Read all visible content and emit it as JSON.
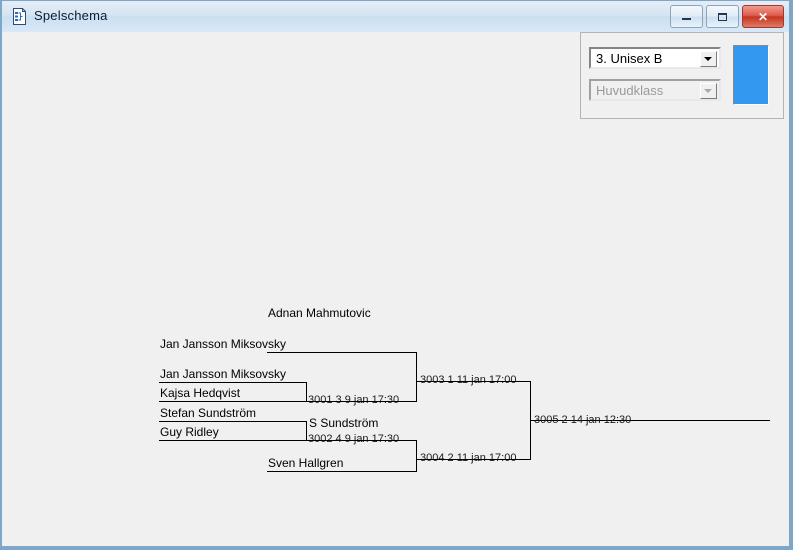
{
  "window": {
    "title": "Spelschema",
    "icon": "document-tree-icon",
    "controls": {
      "minimize": "minimize-button",
      "maximize": "maximize-button",
      "close": "close-button"
    }
  },
  "panel": {
    "class_select": {
      "value": "3.  Unisex B",
      "enabled": true
    },
    "group_select": {
      "value": "Huvudklass",
      "enabled": false
    },
    "color_swatch": {
      "color": "#3399f0"
    }
  },
  "bracket": {
    "players": [
      {
        "name": "Adnan Mahmutovic"
      },
      {
        "name": "Jan Jansson Miksovsky"
      },
      {
        "name": "Kajsa Hedqvist"
      },
      {
        "name": "Stefan Sundström"
      },
      {
        "name": "Guy Ridley"
      },
      {
        "name": "Sven Hallgren"
      },
      {
        "name": "S Sundström"
      }
    ],
    "matches": [
      {
        "label": "3001   3 9 jan 17:30"
      },
      {
        "label": "3002   4 9 jan 17:30"
      },
      {
        "label": "3003   1 11 jan 17:00"
      },
      {
        "label": "3004   2 11 jan 17:00"
      },
      {
        "label": "3005   2 14 jan 12:30"
      }
    ]
  }
}
